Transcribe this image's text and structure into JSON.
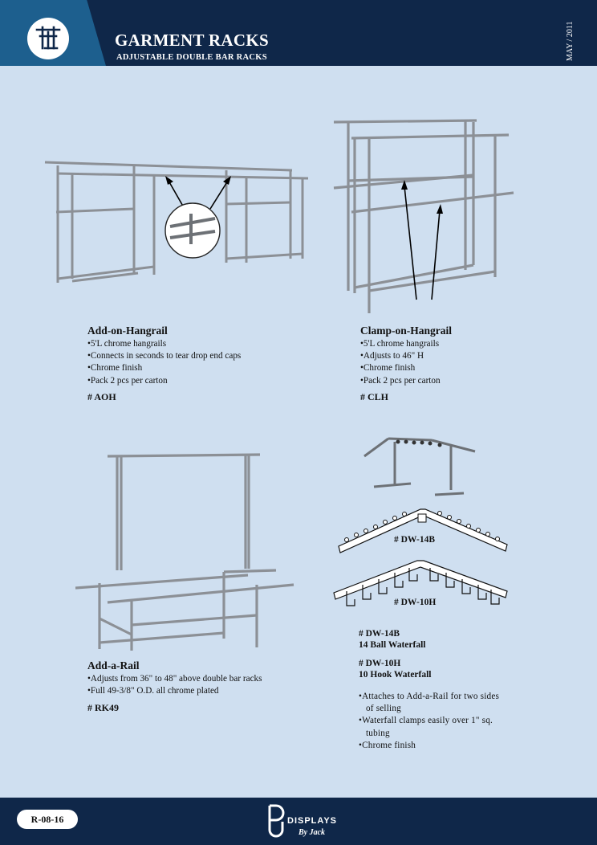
{
  "header": {
    "title": "GARMENT RACKS",
    "subtitle": "ADJUSTABLE DOUBLE BAR RACKS",
    "date": "MAY / 2011",
    "logo_icon": "rack-logo-icon"
  },
  "products": {
    "aoh": {
      "title": "Add-on-Hangrail",
      "bullets": [
        "5'L chrome hangrails",
        "Connects in seconds to tear drop end caps",
        "Chrome finish",
        "Pack 2 pcs per carton"
      ],
      "code": "# AOH"
    },
    "clh": {
      "title": "Clamp-on-Hangrail",
      "bullets": [
        "5'L chrome hangrails",
        "Adjusts to 46\" H",
        "Chrome finish",
        "Pack 2 pcs per carton"
      ],
      "code": "# CLH"
    },
    "rk49": {
      "title": "Add-a-Rail",
      "bullets": [
        "Adjusts from 36\" to 48\" above double bar racks",
        "Full 49-3/8\" O.D. all chrome plated"
      ],
      "code": "# RK49"
    },
    "waterfall": {
      "label_14b": "# DW-14B",
      "label_10h": "# DW-10H",
      "code_14b": "# DW-14B",
      "name_14b": "14 Ball Waterfall",
      "code_10h": "# DW-10H",
      "name_10h": "10 Hook Waterfall",
      "bullets": [
        "Attaches to Add-a-Rail for two sides of selling",
        "Waterfall clamps easily over 1\" sq. tubing",
        "Chrome finish"
      ]
    }
  },
  "footer": {
    "page_code": "R-08-16",
    "brand_main": "DISPLAYS",
    "brand_sub": "By Jack"
  }
}
